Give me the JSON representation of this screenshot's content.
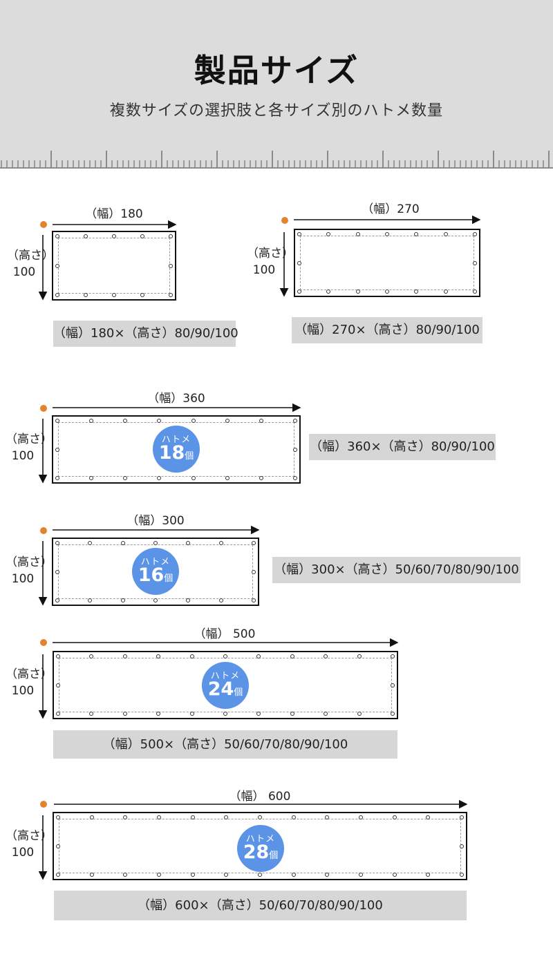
{
  "header": {
    "title": "製品サイズ",
    "subtitle": "複数サイズの選択肢と各サイズ別のハトメ数量"
  },
  "colors": {
    "header_bg": "#dcdcdc",
    "origin_dot": "#e2832f",
    "badge": "#5b93e6",
    "size_box": "#d6d6d6"
  },
  "badge_text": "ハトメ",
  "badge_unit": "個",
  "products": [
    {
      "width_label": "（幅）180",
      "height_label_1": "（高さ）",
      "height_label_2": "100",
      "size_text": "（幅）180×（高さ）80/90/100"
    },
    {
      "width_label": "（幅）270",
      "height_label_1": "（高さ）",
      "height_label_2": "100",
      "size_text": "（幅）270×（高さ）80/90/100"
    },
    {
      "width_label": "（幅）360",
      "height_label_1": "（高さ）",
      "height_label_2": "100",
      "grommets": "18",
      "size_text": "（幅）360×（高さ）80/90/100"
    },
    {
      "width_label": "（幅）300",
      "height_label_1": "（高さ）",
      "height_label_2": "100",
      "grommets": "16",
      "size_text": "（幅）300×（高さ）50/60/70/80/90/100"
    },
    {
      "width_label": "（幅） 500",
      "height_label_1": "（高さ）",
      "height_label_2": "100",
      "grommets": "24",
      "size_text": "（幅）500×（高さ）50/60/70/80/90/100"
    },
    {
      "width_label": "（幅） 600",
      "height_label_1": "（高さ）",
      "height_label_2": "100",
      "grommets": "28",
      "size_text": "（幅）600×（高さ）50/60/70/80/90/100"
    }
  ]
}
